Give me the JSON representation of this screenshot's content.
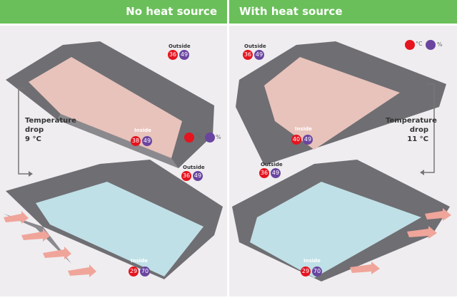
{
  "header": {
    "left_title": "No heat source",
    "right_title": "With heat source"
  },
  "legend": {
    "temp_unit": "°C",
    "humidity_unit": "%"
  },
  "left": {
    "top": {
      "outside_label": "Outside",
      "outside_temp": "36",
      "outside_humidity": "49",
      "inside_label": "Inside",
      "inside_temp": "38",
      "inside_humidity": "49"
    },
    "drop": {
      "line1": "Temperature",
      "line2": "drop",
      "line3": "9 °C"
    },
    "bottom": {
      "outside_label": "Outside",
      "outside_temp": "36",
      "outside_humidity": "49",
      "inside_label": "Inside",
      "inside_temp": "29",
      "inside_humidity": "70"
    }
  },
  "right": {
    "top": {
      "outside_label": "Outside",
      "outside_temp": "36",
      "outside_humidity": "49",
      "inside_label": "Inside",
      "inside_temp": "40",
      "inside_humidity": "49"
    },
    "drop": {
      "line1": "Temperature",
      "line2": "drop",
      "line3": "11 °C"
    },
    "bottom": {
      "outside_label": "Outside",
      "outside_temp": "36",
      "outside_humidity": "49",
      "inside_label": "Inside",
      "inside_temp": "29",
      "inside_humidity": "70"
    }
  },
  "colors": {
    "header": "#6abf5a",
    "temp": "#e5141f",
    "humidity": "#6a45a0"
  }
}
